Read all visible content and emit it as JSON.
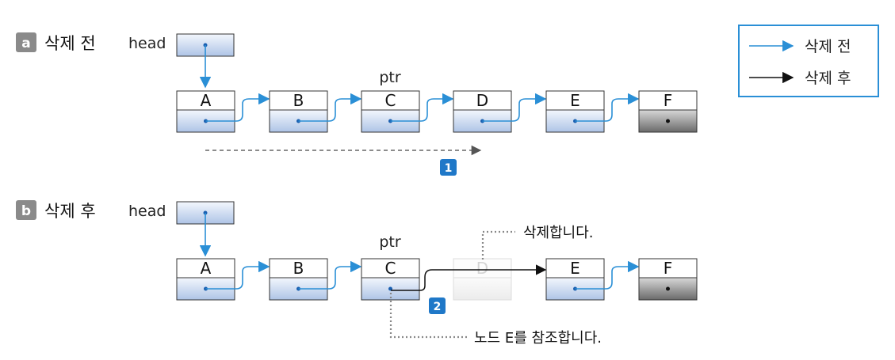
{
  "colors": {
    "node_blue_top": "#f2f6fc",
    "node_blue_bottom": "#b9cce8",
    "node_gray_top": "#e8e8e8",
    "node_gray_bottom": "#6e6e6e",
    "before_link": "#2a8fd6",
    "after_link": "#111111",
    "badge": "#1f78c8",
    "section_badge": "#8a8a8a",
    "dotted": "#888888",
    "legend_border": "#2a8fd6"
  },
  "legend": {
    "before": "삭제 전",
    "after": "삭제 후"
  },
  "sections": [
    {
      "id": "a",
      "badge": "a",
      "title": "삭제 전",
      "head_label": "head",
      "ptr_label": "ptr",
      "nodes": [
        "A",
        "B",
        "C",
        "D",
        "E",
        "F"
      ],
      "step_badge": "1"
    },
    {
      "id": "b",
      "badge": "b",
      "title": "삭제 후",
      "head_label": "head",
      "ptr_label": "ptr",
      "nodes": [
        "A",
        "B",
        "C",
        "D",
        "E",
        "F"
      ],
      "step_badge": "2",
      "deleted_note": "삭제합니다.",
      "ref_note": "노드 E를 참조합니다."
    }
  ]
}
